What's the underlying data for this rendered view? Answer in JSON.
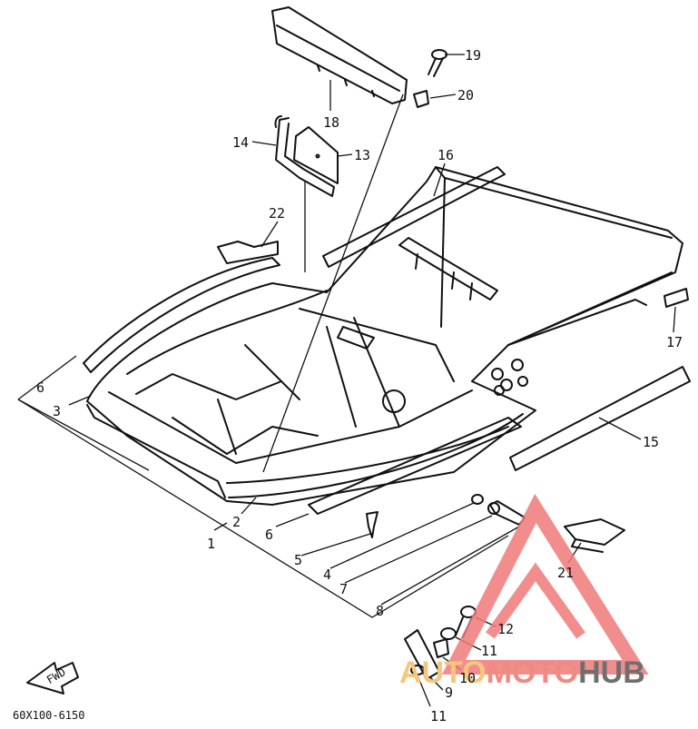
{
  "diagram": {
    "callouts": [
      "1",
      "2",
      "3",
      "4",
      "5",
      "6",
      "6",
      "7",
      "8",
      "9",
      "10",
      "11",
      "11",
      "12",
      "13",
      "14",
      "15",
      "16",
      "17",
      "18",
      "19",
      "20",
      "21",
      "22"
    ],
    "fwd_label": "FWD",
    "part_code": "60X100-6150"
  },
  "watermark": {
    "part1": "AUTO",
    "part2": "MOTO",
    "part3": "HUB",
    "colors": {
      "auto": "#f5c77e",
      "moto": "#f08a80",
      "hub": "#6f6f6f",
      "logo": "#f07a7a"
    }
  }
}
